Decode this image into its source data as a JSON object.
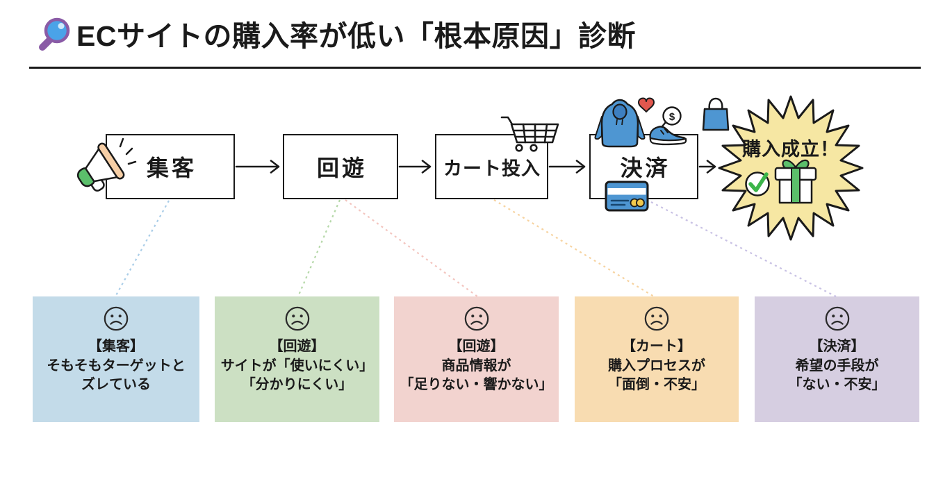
{
  "title": {
    "text": "ECサイトの購入率が低い「根本原因」診断"
  },
  "funnel": {
    "stages": [
      {
        "label": "集客"
      },
      {
        "label": "回遊"
      },
      {
        "label": "カート投入"
      },
      {
        "label": "決済"
      }
    ],
    "goal": {
      "label": "購入成立！"
    }
  },
  "causes": [
    {
      "lines": [
        "【集客】",
        "そもそもターゲットと",
        "ズレている"
      ],
      "bg": "#c3dbe9",
      "connector": "#a9cde8"
    },
    {
      "lines": [
        "【回遊】",
        "サイトが「使いにくい」",
        "「分かりにくい」"
      ],
      "bg": "#cce0c3",
      "connector": "#b5d8a8"
    },
    {
      "lines": [
        "【回遊】",
        "商品情報が",
        "「足りない・響かない」"
      ],
      "bg": "#f2d3cf",
      "connector": "#f3c5bf"
    },
    {
      "lines": [
        "【カート】",
        "購入プロセスが",
        "「面倒・不安」"
      ],
      "bg": "#f8dcb1",
      "connector": "#f7d3a0"
    },
    {
      "lines": [
        "【決済】",
        "希望の手段が",
        "「ない・不安」"
      ],
      "bg": "#d6cee1",
      "connector": "#c8c1e4"
    }
  ],
  "icons": {
    "price_symbol": "$"
  },
  "colors": {
    "outline": "#1a1a1a",
    "starburst_fill": "#f6e7a3",
    "item_blue": "#4e96d2",
    "hood_inner_blue": "#3d7fc0",
    "heart_red": "#e2574e",
    "accent_green": "#5bbf6b",
    "check_green": "#3cb54a",
    "megaphone_peach": "#f7cfa6",
    "card_gold": "#f2c94c",
    "card_line_navy": "#17456e",
    "magnifier_blue": "#4aa3e8",
    "magnifier_purple": "#8a5ba6",
    "face_ink": "#2b2b2b"
  }
}
